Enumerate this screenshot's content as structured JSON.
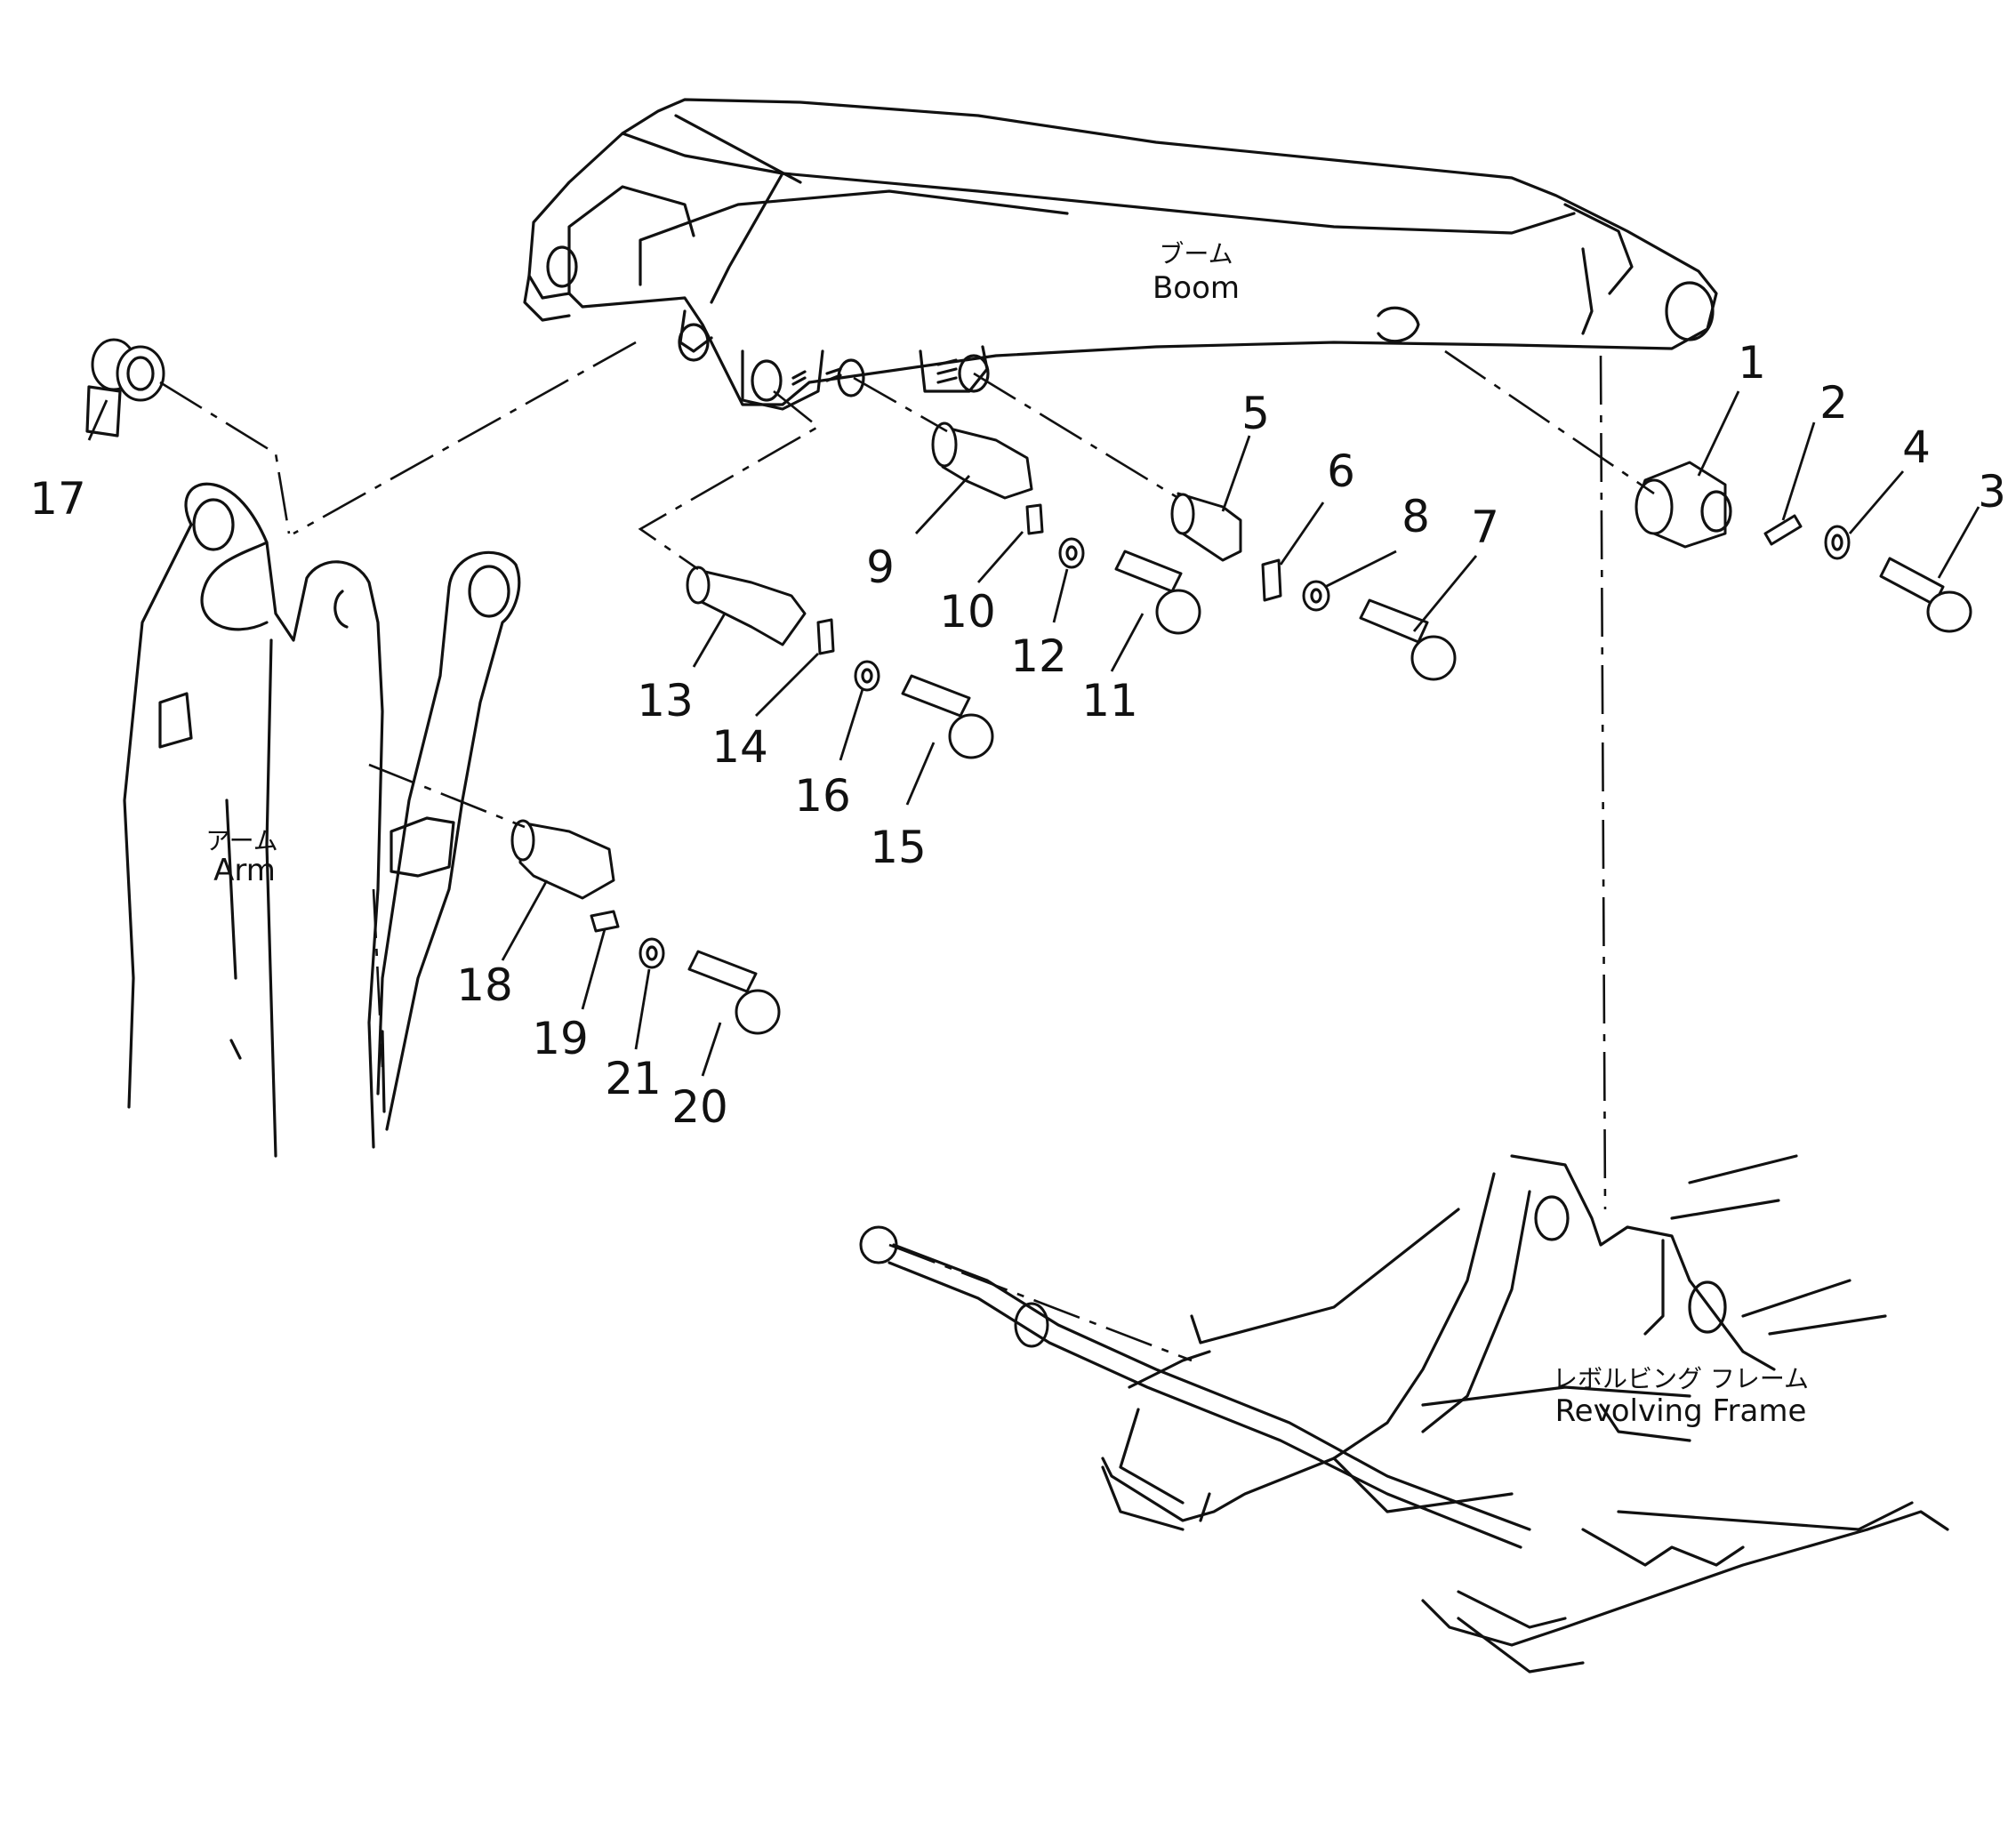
{
  "components": {
    "boom": {
      "jp": "ブーム",
      "en": "Boom"
    },
    "arm": {
      "jp": "アーム",
      "en": "Arm"
    },
    "frame": {
      "jp": "レボルビング フレーム",
      "en": "Revolving Frame"
    }
  },
  "callouts": [
    "1",
    "2",
    "3",
    "4",
    "5",
    "6",
    "7",
    "8",
    "9",
    "10",
    "11",
    "12",
    "13",
    "14",
    "15",
    "16",
    "17",
    "18",
    "19",
    "20",
    "21"
  ]
}
